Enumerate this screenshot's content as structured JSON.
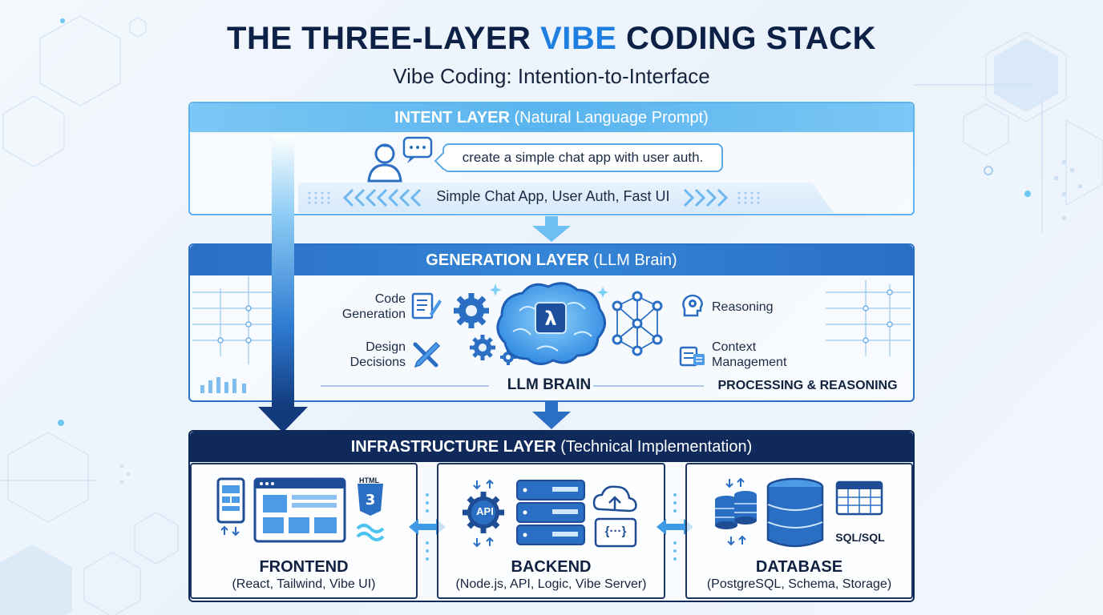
{
  "title": {
    "part1": "THE THREE-LAYER ",
    "accent": "VIBE",
    "part2": " CODING STACK"
  },
  "subtitle": "Vibe Coding: Intention-to-Interface",
  "intent_layer": {
    "title": "INTENT LAYER",
    "qualifier": "(Natural Language Prompt)",
    "prompt_text": "create a simple chat app with user auth.",
    "summary": "Simple Chat App, User Auth, Fast UI"
  },
  "generation_layer": {
    "title": "GENERATION LAYER",
    "qualifier": "(LLM Brain)",
    "code_generation": "Code\nGeneration",
    "design_decisions": "Design\nDecisions",
    "reasoning": "Reasoning",
    "context_management": "Context\nManagement",
    "brain_caption": "LLM BRAIN",
    "brain_symbol": "λ",
    "processing_caption": "PROCESSING & REASONING"
  },
  "infrastructure_layer": {
    "title": "INFRASTRUCTURE LAYER",
    "qualifier": "(Technical Implementation)",
    "frontend": {
      "title": "FRONTEND",
      "desc": "(React, Tailwind, Vibe UI)",
      "html_label": "HTML"
    },
    "backend": {
      "title": "BACKEND",
      "desc": "(Node.js, API, Logic, Vibe Server)",
      "api_label": "API",
      "code_label": "{···}"
    },
    "database": {
      "title": "DATABASE",
      "desc": "(PostgreSQL, Schema, Storage)",
      "sql_label": "SQL/SQL"
    }
  },
  "colors": {
    "navy": "#0f2a5a",
    "blue": "#2b72c7",
    "light_blue": "#5db3ef",
    "accent": "#1f7fe0"
  }
}
